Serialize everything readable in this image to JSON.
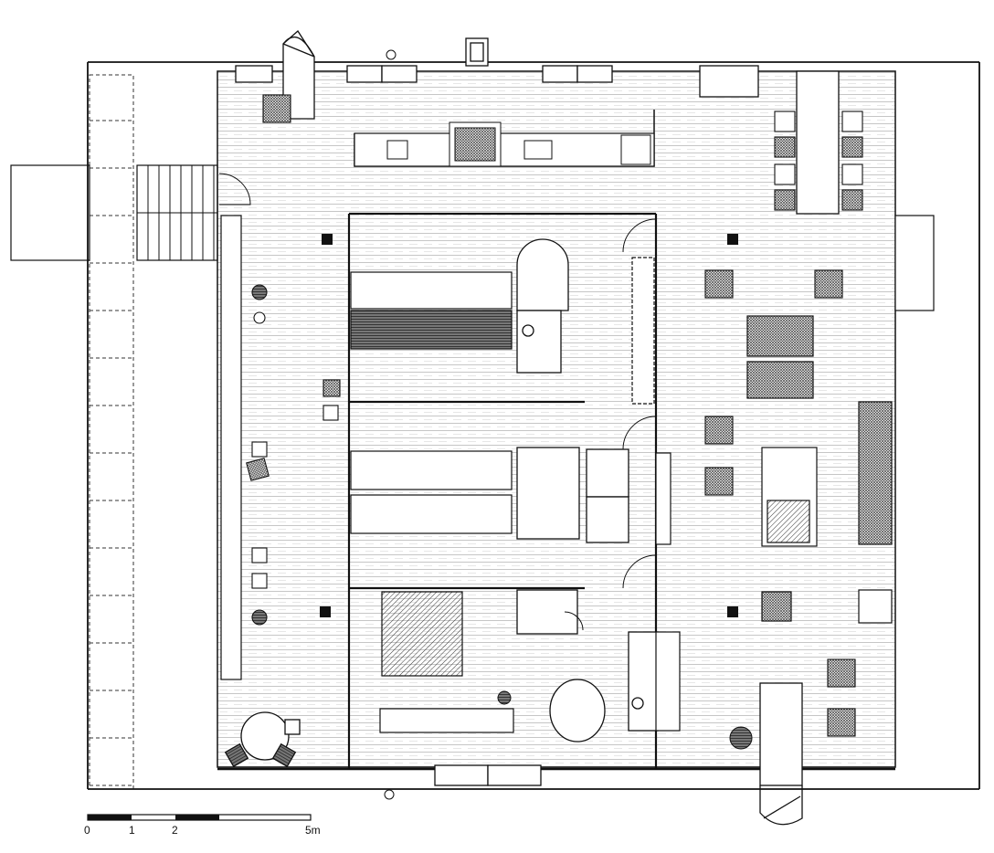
{
  "scale_bar": {
    "labels": [
      "0",
      "1",
      "2",
      "5m"
    ],
    "values_m": [
      0,
      1,
      2,
      5
    ]
  }
}
